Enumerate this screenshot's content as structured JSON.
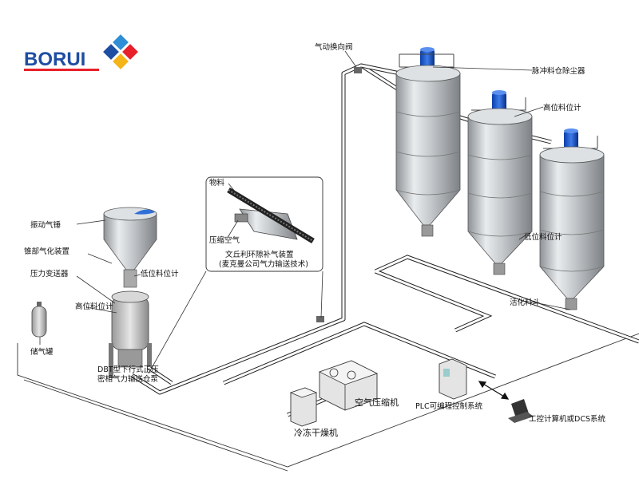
{
  "logo": {
    "text": "BORUI",
    "colors": [
      "#1e4ea2",
      "#e8202a",
      "#f5b417",
      "#2f8fd6"
    ]
  },
  "labels": {
    "vibrator": "振动气锤",
    "cone_aeration": "锥部气化装置",
    "low_level_left": "低位料位计",
    "pressure_transmitter": "压力变送器",
    "high_level_left": "高位料位计",
    "air_tank": "储气罐",
    "pump_line1": "DBT型下行式正压",
    "pump_line2": "密相气力输送仓泵",
    "material": "物料",
    "compressed_air": "压缩空气",
    "venturi_line1": "文丘利环隙补气装置",
    "venturi_line2": "(麦克曼公司气力输送技术)",
    "diverter_valve": "气动换向阀",
    "dust_collector": "脉冲料仓除尘器",
    "high_level_right": "高位料位计",
    "low_level_right": "低位料位计",
    "fluidizing_hopper": "活化料斗",
    "air_compressor": "空气压缩机",
    "dryer": "冷冻干燥机",
    "plc": "PLC可编程控制系统",
    "ipc": "工控计算机或DCS系统"
  },
  "icons": [
    "logo-diamond-icon",
    "air-compressor-icon",
    "dryer-icon",
    "plc-cabinet-icon",
    "computer-icon",
    "silo-icon",
    "dust-collector-icon"
  ]
}
